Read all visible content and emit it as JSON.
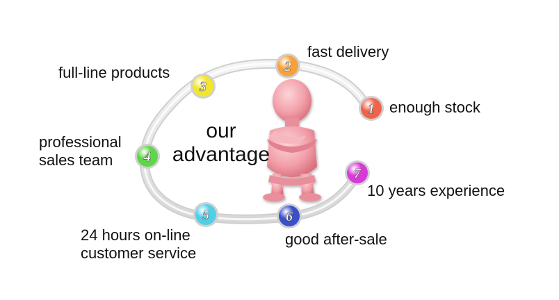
{
  "center": {
    "line1": "our",
    "line2": "advantage"
  },
  "nodes": [
    {
      "num": "1",
      "label_lines": [
        "enough stock"
      ],
      "color": "#f0624a"
    },
    {
      "num": "2",
      "label_lines": [
        "fast delivery"
      ],
      "color": "#f7a13a"
    },
    {
      "num": "3",
      "label_lines": [
        "full-line products"
      ],
      "color": "#f2e62c"
    },
    {
      "num": "4",
      "label_lines": [
        "professional",
        "sales team"
      ],
      "color": "#5ed64a"
    },
    {
      "num": "5",
      "label_lines": [
        "24 hours on-line",
        "customer service"
      ],
      "color": "#4fd0e8"
    },
    {
      "num": "6",
      "label_lines": [
        "good after-sale"
      ],
      "color": "#3a4fc8"
    },
    {
      "num": "7",
      "label_lines": [
        "10 years experience"
      ],
      "color": "#d83ad8"
    }
  ],
  "figure_color": "#f2a6ae"
}
